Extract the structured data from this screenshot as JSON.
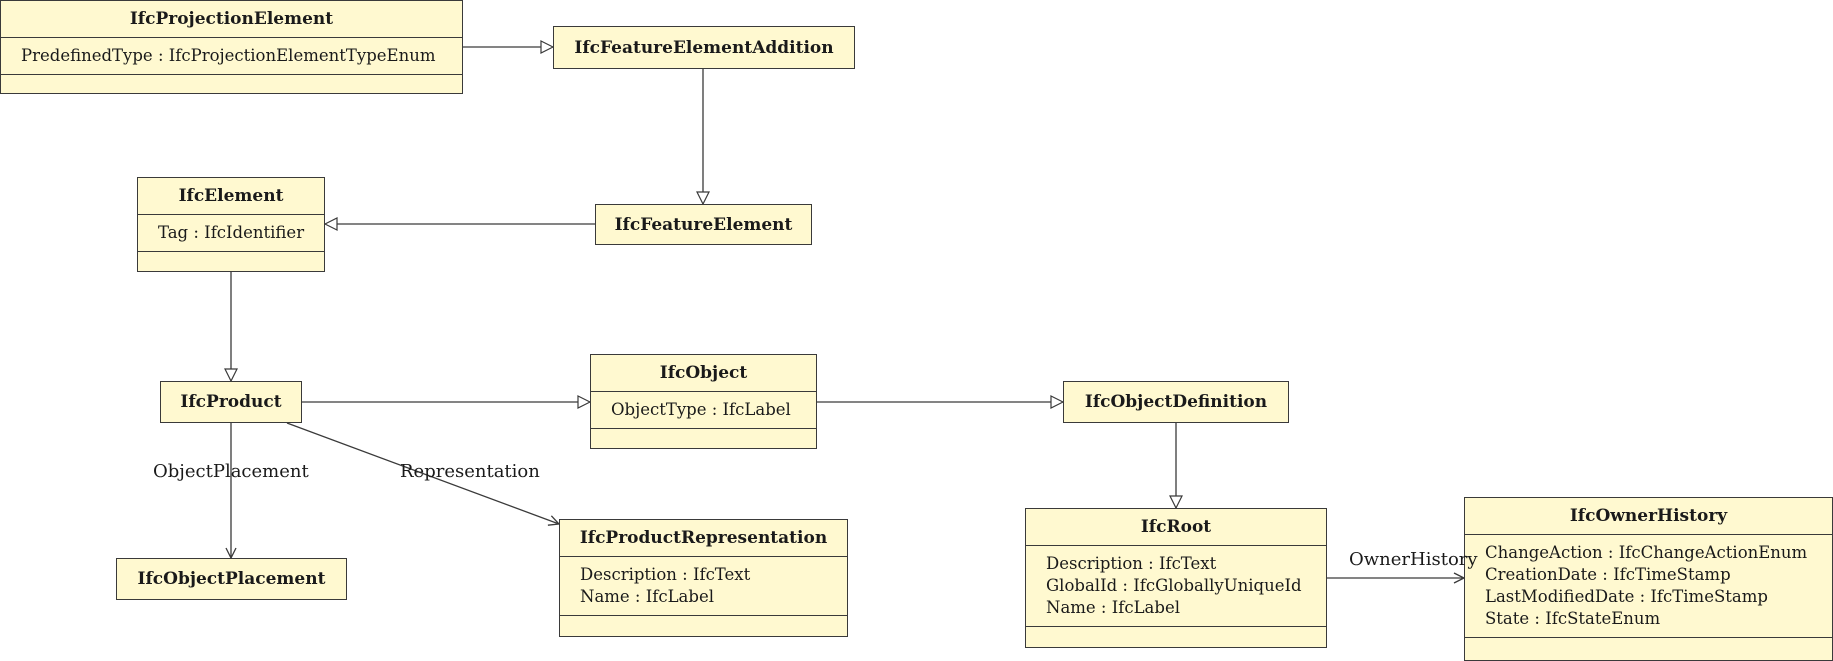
{
  "classes": {
    "projection_element": {
      "name": "IfcProjectionElement",
      "attributes": [
        "PredefinedType : IfcProjectionElementTypeEnum"
      ]
    },
    "feature_element_addition": {
      "name": "IfcFeatureElementAddition"
    },
    "element": {
      "name": "IfcElement",
      "attributes": [
        "Tag : IfcIdentifier"
      ]
    },
    "feature_element": {
      "name": "IfcFeatureElement"
    },
    "product": {
      "name": "IfcProduct"
    },
    "object": {
      "name": "IfcObject",
      "attributes": [
        "ObjectType : IfcLabel"
      ]
    },
    "object_definition": {
      "name": "IfcObjectDefinition"
    },
    "object_placement": {
      "name": "IfcObjectPlacement"
    },
    "product_representation": {
      "name": "IfcProductRepresentation",
      "attributes": [
        "Description : IfcText",
        "Name : IfcLabel"
      ]
    },
    "root": {
      "name": "IfcRoot",
      "attributes": [
        "Description : IfcText",
        "GlobalId : IfcGloballyUniqueId",
        "Name : IfcLabel"
      ]
    },
    "owner_history": {
      "name": "IfcOwnerHistory",
      "attributes": [
        "ChangeAction : IfcChangeActionEnum",
        "CreationDate : IfcTimeStamp",
        "LastModifiedDate : IfcTimeStamp",
        "State : IfcStateEnum"
      ]
    }
  },
  "associations": {
    "object_placement": "ObjectPlacement",
    "representation": "Representation",
    "owner_history": "OwnerHistory"
  },
  "colors": {
    "box_fill": "#fff9d0",
    "line": "#3a3a3a"
  }
}
